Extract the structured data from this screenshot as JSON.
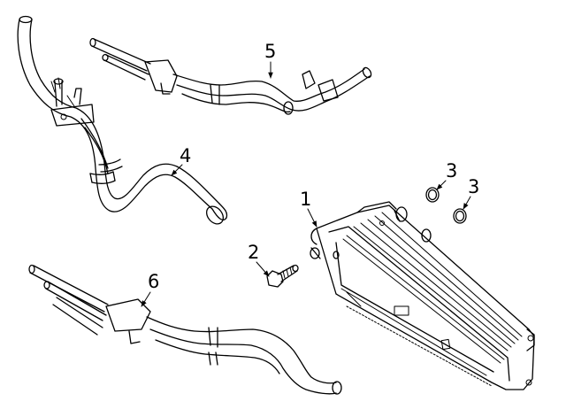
{
  "diagram": {
    "callouts": [
      {
        "id": "cooler",
        "label": "1"
      },
      {
        "id": "bolt",
        "label": "2"
      },
      {
        "id": "seal_a",
        "label": "3"
      },
      {
        "id": "seal_b",
        "label": "3"
      },
      {
        "id": "tube_left",
        "label": "4"
      },
      {
        "id": "tube_top",
        "label": "5"
      },
      {
        "id": "tube_bottom",
        "label": "6"
      }
    ]
  }
}
